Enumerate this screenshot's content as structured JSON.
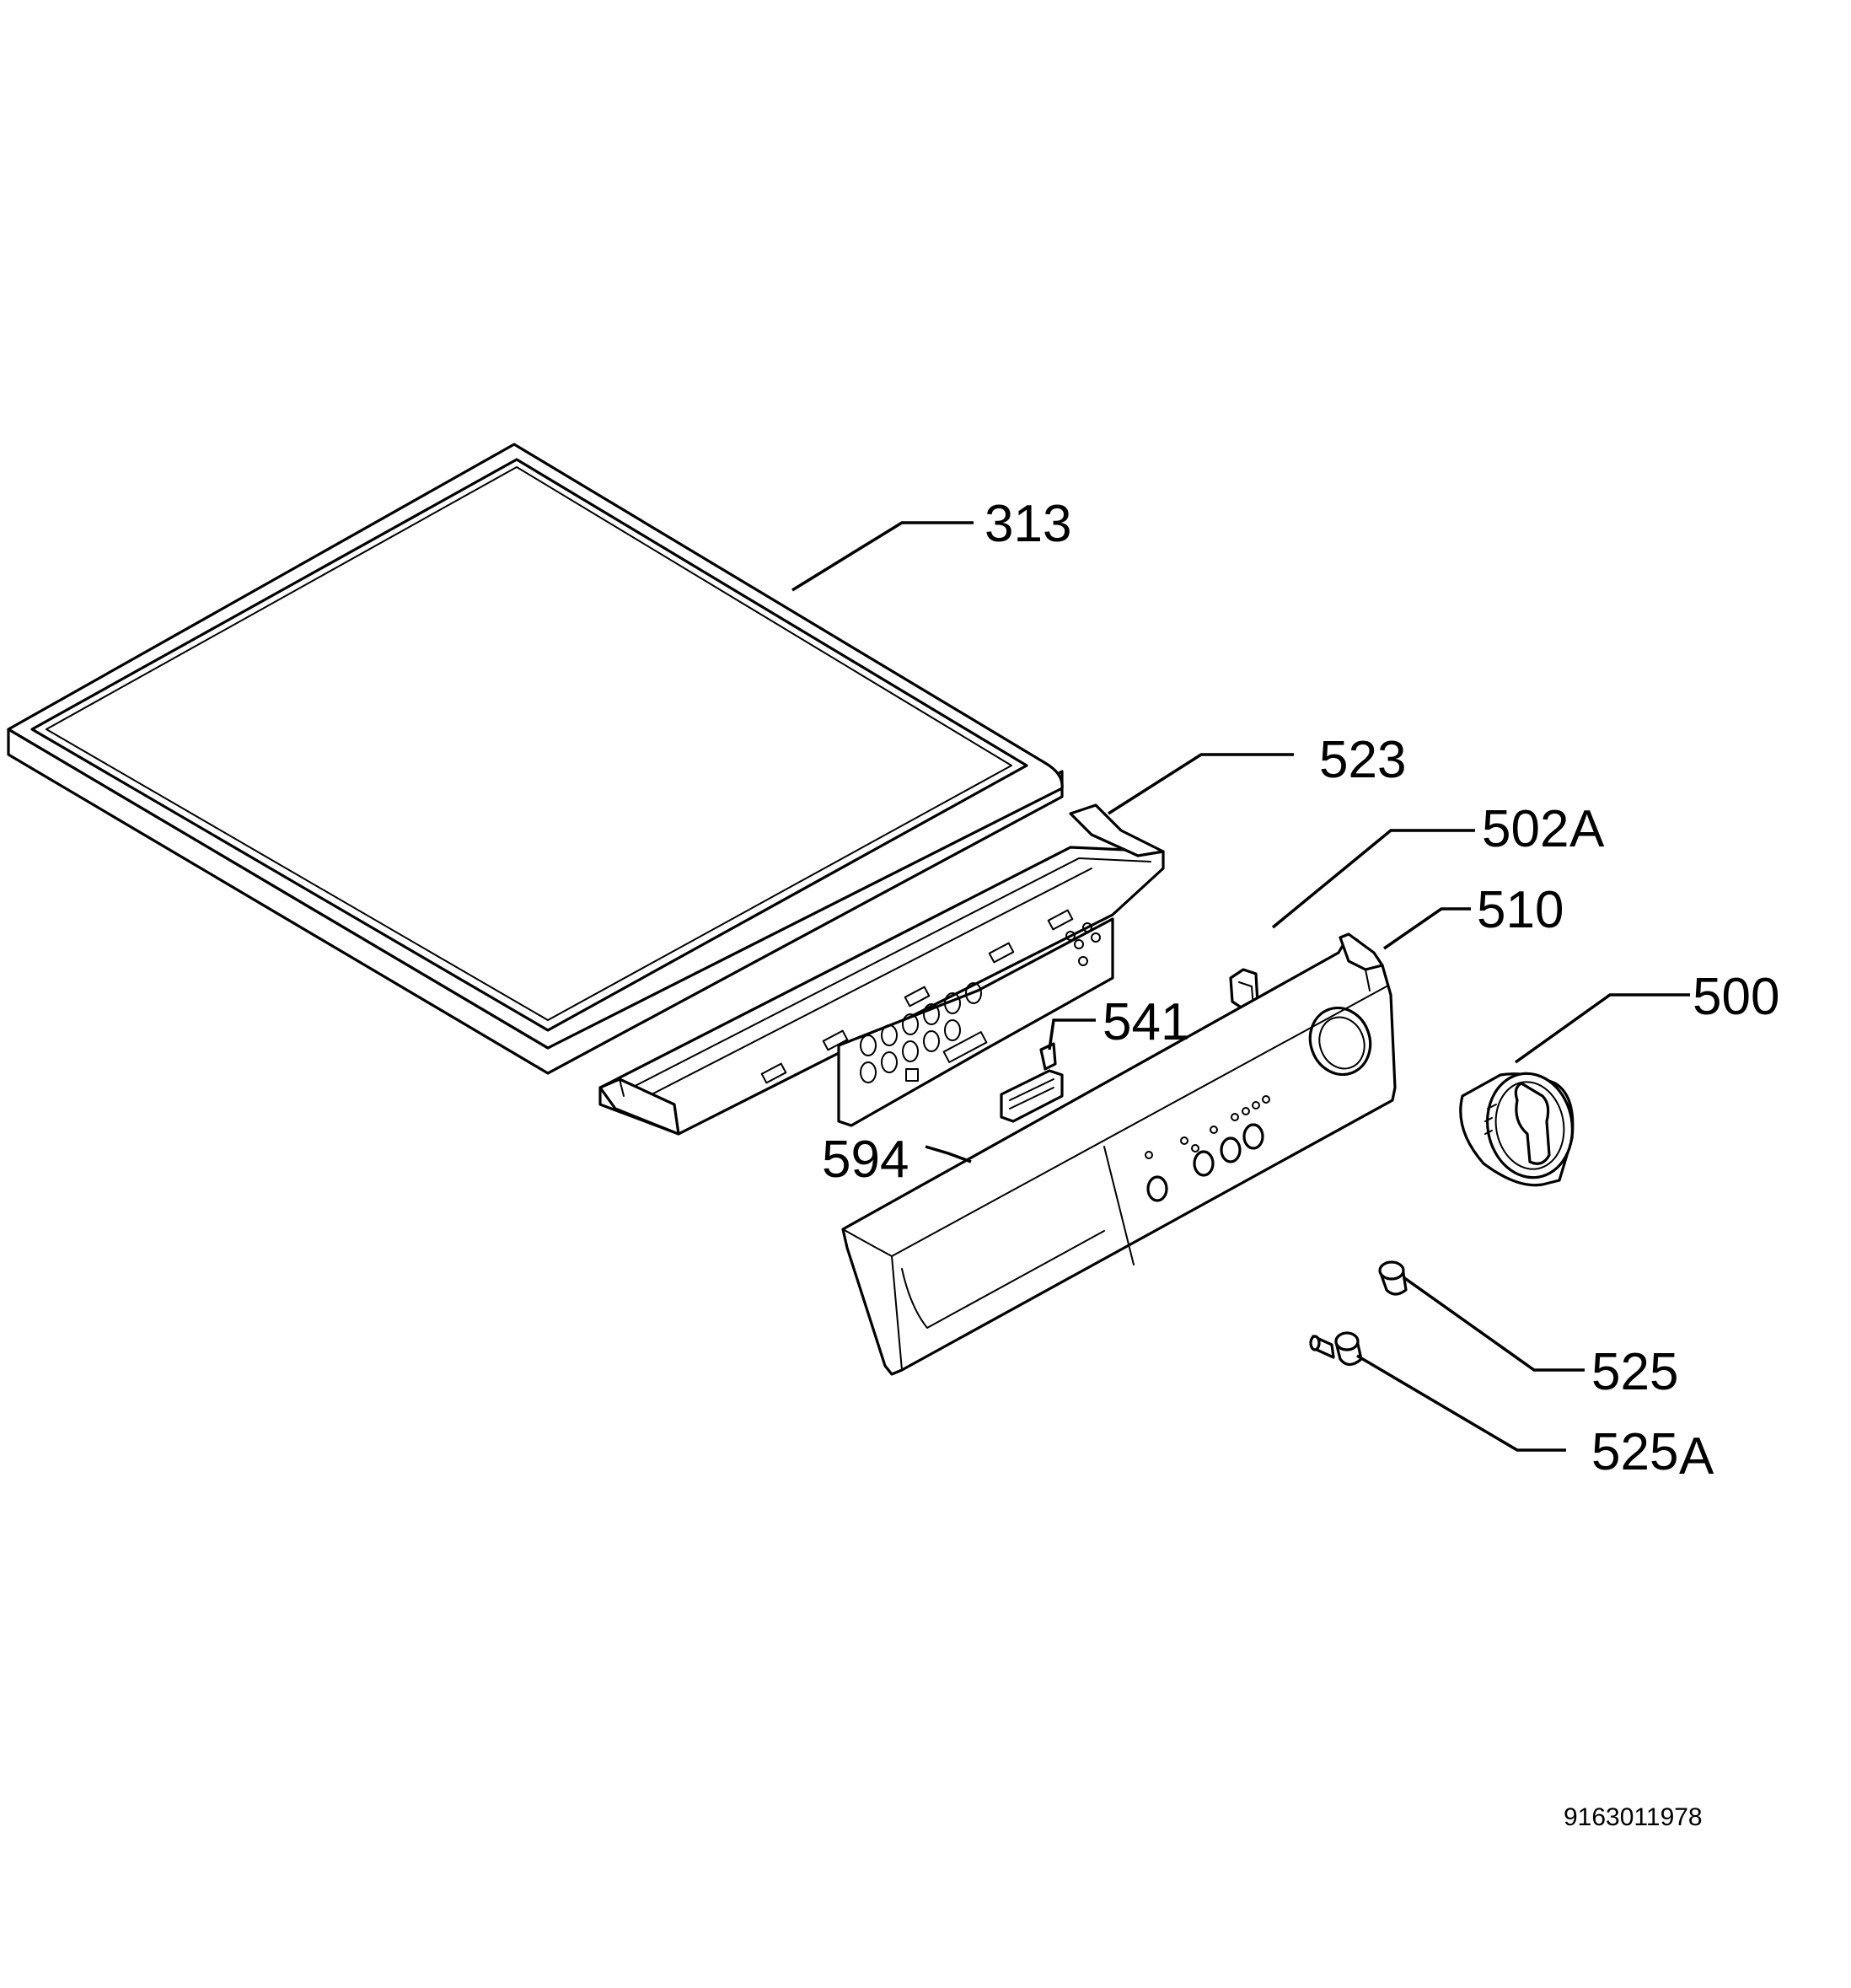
{
  "diagram": {
    "labels": {
      "p313": "313",
      "p523": "523",
      "p502a": "502",
      "p502a_suffix": "A",
      "p510": "510",
      "p500": "500",
      "p541": "541",
      "p594": "594",
      "p525": "525",
      "p525a": "525",
      "p525a_suffix": "A"
    },
    "drawing_number": "9163011978"
  }
}
